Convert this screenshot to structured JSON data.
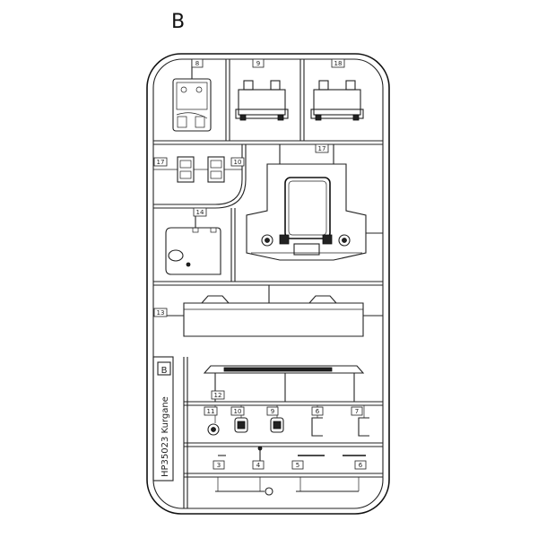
{
  "sprue": {
    "letter": "B",
    "brand_text": "HP35023 Kurgane",
    "brand_mark": "B"
  },
  "part_tags": [
    {
      "id": "p8",
      "label": "8"
    },
    {
      "id": "p9",
      "label": "9"
    },
    {
      "id": "p18a",
      "label": "18"
    },
    {
      "id": "p17a",
      "label": "17"
    },
    {
      "id": "p10a",
      "label": "10"
    },
    {
      "id": "p17b",
      "label": "17"
    },
    {
      "id": "p14",
      "label": "14"
    },
    {
      "id": "p13",
      "label": "13"
    },
    {
      "id": "p12a",
      "label": "12"
    },
    {
      "id": "p11",
      "label": "11"
    },
    {
      "id": "p10b",
      "label": "10"
    },
    {
      "id": "p9b",
      "label": "9"
    },
    {
      "id": "p6a",
      "label": "6"
    },
    {
      "id": "p7",
      "label": "7"
    },
    {
      "id": "p3",
      "label": "3"
    },
    {
      "id": "p4",
      "label": "4"
    },
    {
      "id": "p5",
      "label": "5"
    },
    {
      "id": "p6b",
      "label": "6"
    }
  ]
}
